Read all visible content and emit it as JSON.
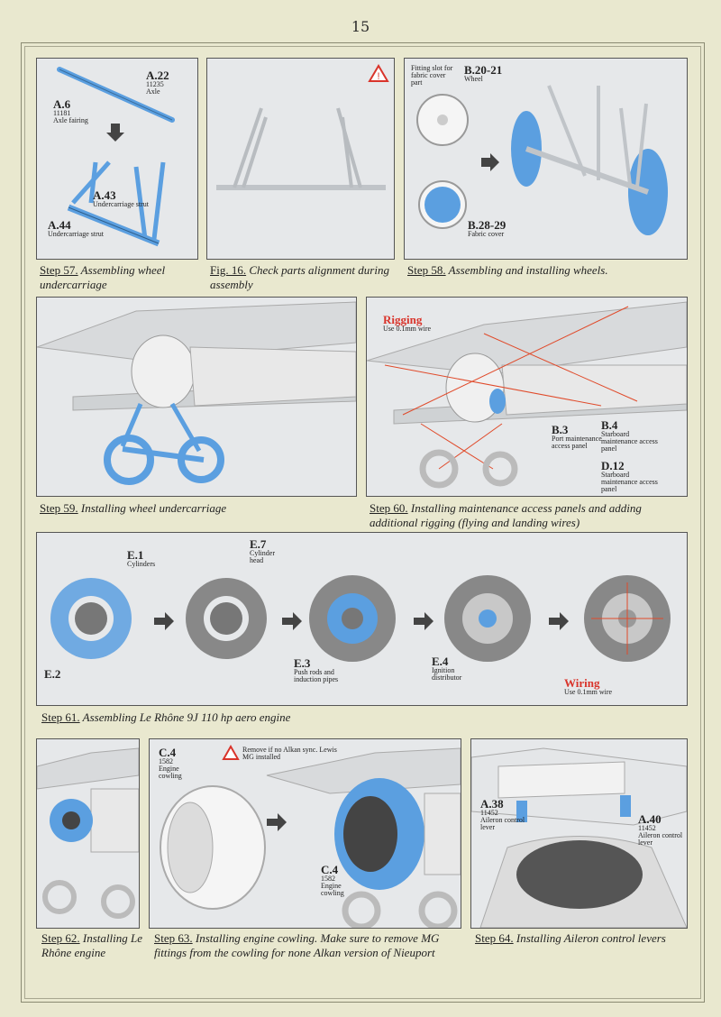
{
  "page_number": "15",
  "steps": {
    "s57": {
      "step": "Step 57.",
      "text": "Assembling wheel undercarriage"
    },
    "f16": {
      "step": "Fig. 16.",
      "text": "Check parts alignment during assembly"
    },
    "s58": {
      "step": "Step 58.",
      "text": "Assembling and installing wheels."
    },
    "s59": {
      "step": "Step 59.",
      "text": "Installing wheel undercarriage"
    },
    "s60": {
      "step": "Step 60.",
      "text": "Installing maintenance access panels and adding additional rigging  (flying and landing wires)"
    },
    "s61": {
      "step": "Step 61.",
      "text": "Assembling Le Rhône 9J 110 hp aero engine"
    },
    "s62": {
      "step": "Step 62.",
      "text": "Installing Le Rhône engine"
    },
    "s63": {
      "step": "Step 63.",
      "text": "Installing engine cowling. Make sure to remove MG fittings from the cowling for none Alkan version of Nieuport"
    },
    "s64": {
      "step": "Step 64.",
      "text": "Installing Aileron control levers"
    }
  },
  "labels": {
    "a22": {
      "part": "A.22",
      "num": "11235",
      "desc": "Axle"
    },
    "a6": {
      "part": "A.6",
      "num": "11181",
      "desc": "Axle fairing"
    },
    "a43": {
      "part": "A.43",
      "desc": "Undercarriage strut"
    },
    "a44": {
      "part": "A.44",
      "desc": "Undercarriage strut"
    },
    "fitting": "Fitting slot for fabric cover part",
    "b20": {
      "part": "B.20-21",
      "desc": "Wheel"
    },
    "b28": {
      "part": "B.28-29",
      "desc": "Fabric cover"
    },
    "rigging": {
      "title": "Rigging",
      "note": "Use 0.1mm wire"
    },
    "b3": {
      "part": "B.3",
      "desc": "Port maintenance access panel"
    },
    "b4": {
      "part": "B.4",
      "desc": "Starboard maintenance access panel"
    },
    "d12": {
      "part": "D.12",
      "desc": "Starboard maintenance access panel"
    },
    "e1": {
      "part": "E.1",
      "desc": "Cylinders"
    },
    "e7": {
      "part": "E.7",
      "desc": "Cylinder head"
    },
    "e2": {
      "part": "E.2"
    },
    "e3": {
      "part": "E.3",
      "desc": "Push rods and induction pipes"
    },
    "e4": {
      "part": "E.4",
      "desc": "Ignition distributor"
    },
    "wiring": {
      "title": "Wiring",
      "note": "Use 0.1mm wire"
    },
    "c4a": {
      "part": "C.4",
      "num": "1582",
      "desc": "Engine cowling"
    },
    "c4b": {
      "part": "C.4",
      "num": "1582",
      "desc": "Engine cowling"
    },
    "remove": "Remove if no Alkan sync. Lewis MG installed",
    "a38": {
      "part": "A.38",
      "num": "11452",
      "desc": "Aileron control lever"
    },
    "a40": {
      "part": "A.40",
      "num": "11452",
      "desc": "Aileron control lever"
    }
  },
  "colors": {
    "part_highlight": "#5b9fe0",
    "rigging": "#e04a2a",
    "background": "#e9e8cf"
  }
}
